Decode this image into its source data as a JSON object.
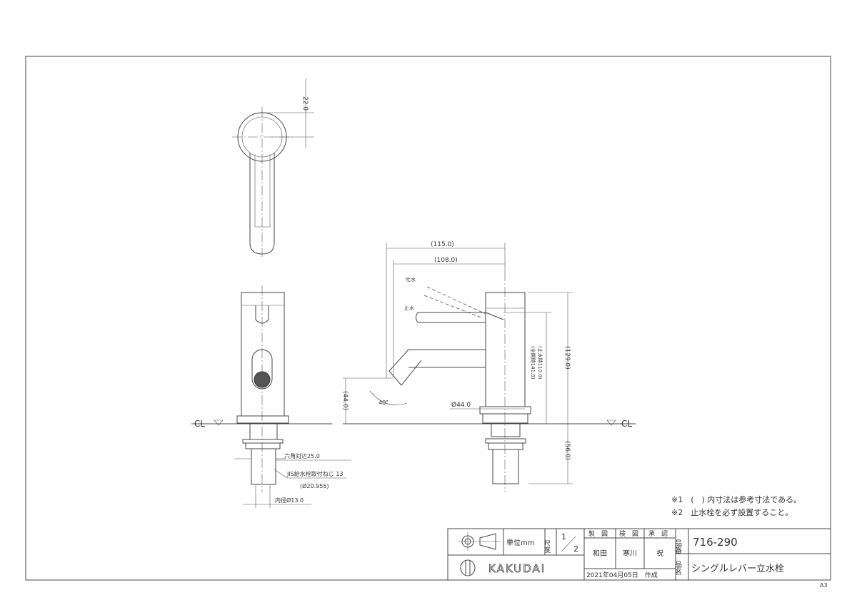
{
  "dimensions": {
    "top_height": "22.0",
    "overall_reach": "(115.0)",
    "spout_reach": "(108.0)",
    "height_129": "(129.0)",
    "lever_height": "(全開時141.0)",
    "lever_height_closed": "(止水時110.0)",
    "spout_height": "(44.0)",
    "below_counter": "(56.0)",
    "body_dia": "Ø44.0",
    "spout_angle": "40°",
    "hex": "六角対辺25.0",
    "thread": "JIS給水栓取付ねじ 13",
    "thread_dia": "(Ø20.955)",
    "inner_dia": "内径Ø13.0"
  },
  "labels": {
    "open": "吐水",
    "closed": "止水",
    "cl_left": "CL",
    "cl_right": "CL"
  },
  "notes": [
    "※1　(　) 内寸法は参考寸法である。",
    "※2　止水栓を必ず設置すること。"
  ],
  "title_block": {
    "unit": "単位mm",
    "scale_label": "尺度",
    "scale_num": "1",
    "scale_den": "2",
    "headers": [
      "製　図",
      "検　図",
      "承　認"
    ],
    "names": [
      "和田",
      "寒川",
      "祝"
    ],
    "date": "2021年04月05日　作成",
    "part_no_label": "品番",
    "part_no": "716-290",
    "name_label": "品名",
    "product_name": "シングルレバー立水栓",
    "brand": "KAKUDAI",
    "sheet": "A3"
  }
}
